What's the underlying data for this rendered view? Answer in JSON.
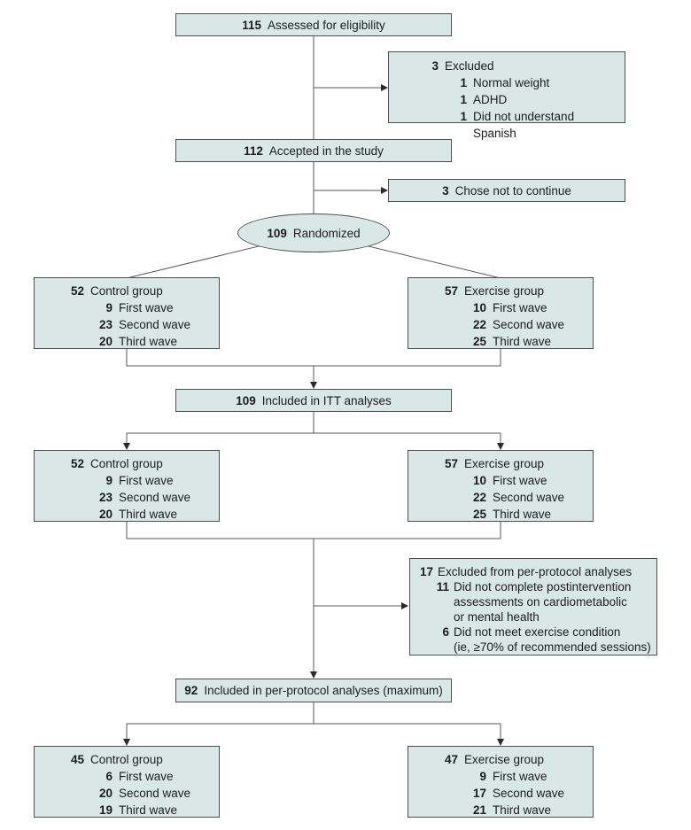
{
  "palette": {
    "box_fill": "#d9e8e7",
    "box_border": "#4f4f4f",
    "line_color": "#5a5a5a",
    "arrow_color": "#2a2a2a",
    "text_color": "#1c1c1c"
  },
  "diagram": {
    "assessed": {
      "num": "115",
      "label": "Assessed for eligibility"
    },
    "excluded_eligibility": {
      "items": [
        {
          "num": "3",
          "text": "Excluded",
          "indent": 0
        },
        {
          "num": "1",
          "text": "Normal weight",
          "indent": 1
        },
        {
          "num": "1",
          "text": "ADHD",
          "indent": 1
        },
        {
          "num": "1",
          "text": "Did not understand Spanish",
          "indent": 1
        }
      ]
    },
    "accepted": {
      "num": "112",
      "label": "Accepted in the study"
    },
    "chose_not_continue": {
      "num": "3",
      "label": "Chose not to continue"
    },
    "randomized": {
      "num": "109",
      "label": "Randomized"
    },
    "control_allocation": {
      "items": [
        {
          "num": "52",
          "text": "Control group",
          "indent": 0
        },
        {
          "num": "9",
          "text": "First wave",
          "indent": 1
        },
        {
          "num": "23",
          "text": "Second wave",
          "indent": 1
        },
        {
          "num": "20",
          "text": "Third wave",
          "indent": 1
        }
      ]
    },
    "exercise_allocation": {
      "items": [
        {
          "num": "57",
          "text": "Exercise group",
          "indent": 0
        },
        {
          "num": "10",
          "text": "First wave",
          "indent": 1
        },
        {
          "num": "22",
          "text": "Second wave",
          "indent": 1
        },
        {
          "num": "25",
          "text": "Third wave",
          "indent": 1
        }
      ]
    },
    "itt": {
      "num": "109",
      "label": "Included in ITT analyses"
    },
    "control_itt": {
      "items": [
        {
          "num": "52",
          "text": "Control group",
          "indent": 0
        },
        {
          "num": "9",
          "text": "First wave",
          "indent": 1
        },
        {
          "num": "23",
          "text": "Second wave",
          "indent": 1
        },
        {
          "num": "20",
          "text": "Third wave",
          "indent": 1
        }
      ]
    },
    "exercise_itt": {
      "items": [
        {
          "num": "57",
          "text": "Exercise group",
          "indent": 0
        },
        {
          "num": "10",
          "text": "First wave",
          "indent": 1
        },
        {
          "num": "22",
          "text": "Second wave",
          "indent": 1
        },
        {
          "num": "25",
          "text": "Third wave",
          "indent": 1
        }
      ]
    },
    "excluded_per_protocol": {
      "items": [
        {
          "num": "17",
          "text": "Excluded from per-protocol analyses",
          "indent": 0
        },
        {
          "num": "11",
          "text": "Did not complete postintervention\nassessments on cardiometabolic\nor mental health",
          "indent": 1
        },
        {
          "num": "6",
          "text": "Did not meet exercise condition\n(ie, ≥70% of recommended sessions)",
          "indent": 1
        }
      ]
    },
    "per_protocol": {
      "num": "92",
      "label": "Included in per-protocol analyses (maximum)"
    },
    "control_per_protocol": {
      "items": [
        {
          "num": "45",
          "text": "Control group",
          "indent": 0
        },
        {
          "num": "6",
          "text": "First wave",
          "indent": 1
        },
        {
          "num": "20",
          "text": "Second wave",
          "indent": 1
        },
        {
          "num": "19",
          "text": "Third wave",
          "indent": 1
        }
      ]
    },
    "exercise_per_protocol": {
      "items": [
        {
          "num": "47",
          "text": "Exercise group",
          "indent": 0
        },
        {
          "num": "9",
          "text": "First wave",
          "indent": 1
        },
        {
          "num": "17",
          "text": "Second wave",
          "indent": 1
        },
        {
          "num": "21",
          "text": "Third wave",
          "indent": 1
        }
      ]
    }
  }
}
